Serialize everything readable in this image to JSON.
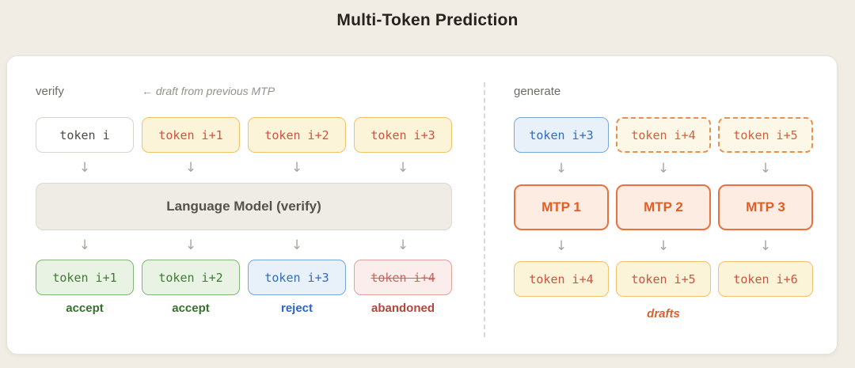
{
  "title": "Multi-Token Prediction",
  "icons": {
    "arrow_down": "↓"
  },
  "colors": {
    "accept_green": "#3f7a35",
    "reject_blue": "#2e6cc0",
    "abandoned_red": "#b2453c",
    "draft_orange": "#cc5340",
    "mtp_orange": "#e05f27",
    "page_background": "#f1ede5"
  },
  "verify": {
    "section_label": "verify",
    "note": "← draft from previous MTP",
    "input_tokens": [
      "token i",
      "token i+1",
      "token i+2",
      "token i+3"
    ],
    "model_label": "Language Model (verify)",
    "output_tokens": [
      "token i+1",
      "token i+2",
      "token i+3",
      "token i+4"
    ],
    "verdicts": [
      "accept",
      "accept",
      "reject",
      "abandoned"
    ]
  },
  "generate": {
    "section_label": "generate",
    "input_tokens": [
      "token i+3",
      "token i+4",
      "token i+5"
    ],
    "mtp_modules": [
      "MTP 1",
      "MTP 2",
      "MTP 3"
    ],
    "output_tokens": [
      "token i+4",
      "token i+5",
      "token i+6"
    ],
    "drafts_label": "drafts"
  }
}
